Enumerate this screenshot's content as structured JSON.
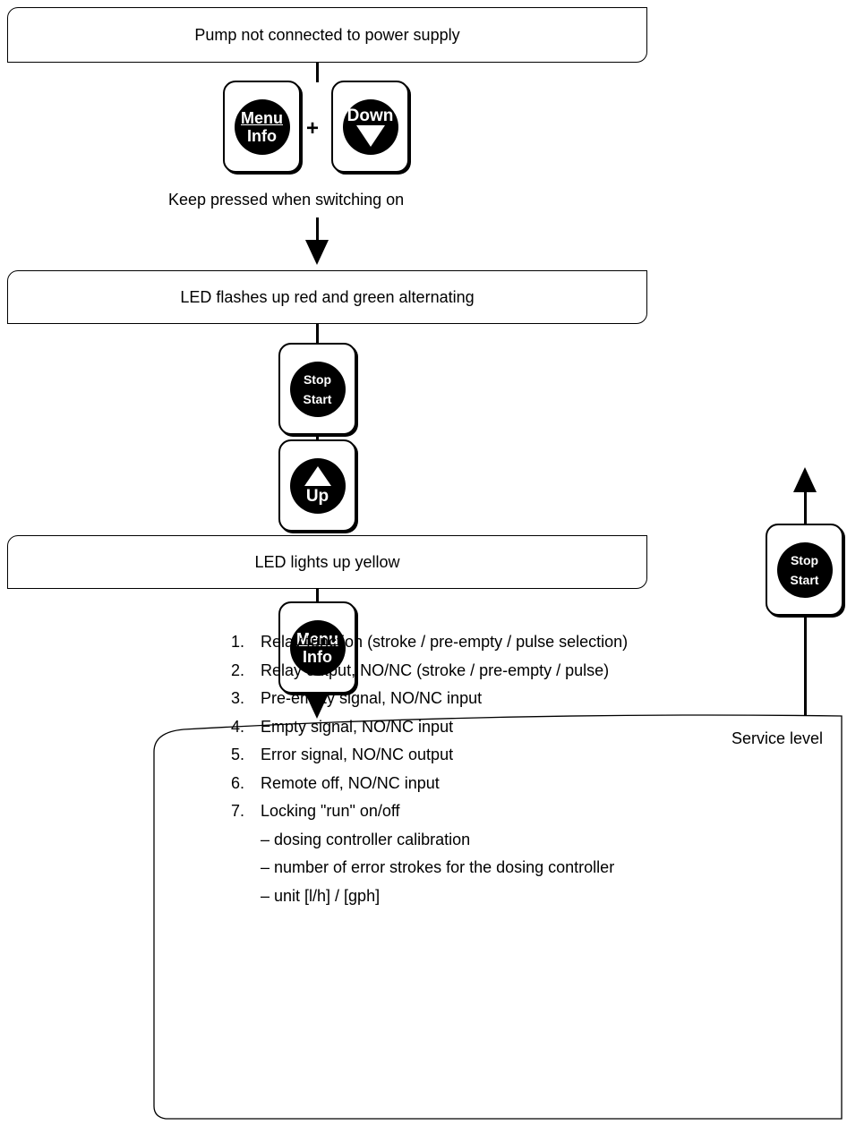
{
  "boxes": {
    "box1": "Pump not connected to power supply",
    "box2": "LED flashes up red and green alternating",
    "box3": "LED lights up yellow"
  },
  "keys": {
    "menu": "Menu",
    "info": "Info",
    "down": "Down",
    "up": "Up",
    "stop": "Stop",
    "start": "Start",
    "plus": "+"
  },
  "labels": {
    "keep_pressed": "Keep pressed when switching on",
    "service_level": "Service level"
  },
  "menu_items": [
    {
      "num": "1.",
      "text": "Relay function (stroke / pre-empty / pulse selection)"
    },
    {
      "num": "2.",
      "text": "Relay output, NO/NC (stroke / pre-empty / pulse)"
    },
    {
      "num": "3.",
      "text": "Pre-empty signal, NO/NC input"
    },
    {
      "num": "4.",
      "text": "Empty signal, NO/NC input"
    },
    {
      "num": "5.",
      "text": "Error signal, NO/NC output"
    },
    {
      "num": "6.",
      "text": "Remote off, NO/NC input"
    },
    {
      "num": "7.",
      "text": "Locking \"run\" on/off"
    }
  ],
  "sub_items": [
    "– dosing controller calibration",
    "– number of error strokes for the dosing controller",
    "– unit [l/h] / [gph]"
  ]
}
